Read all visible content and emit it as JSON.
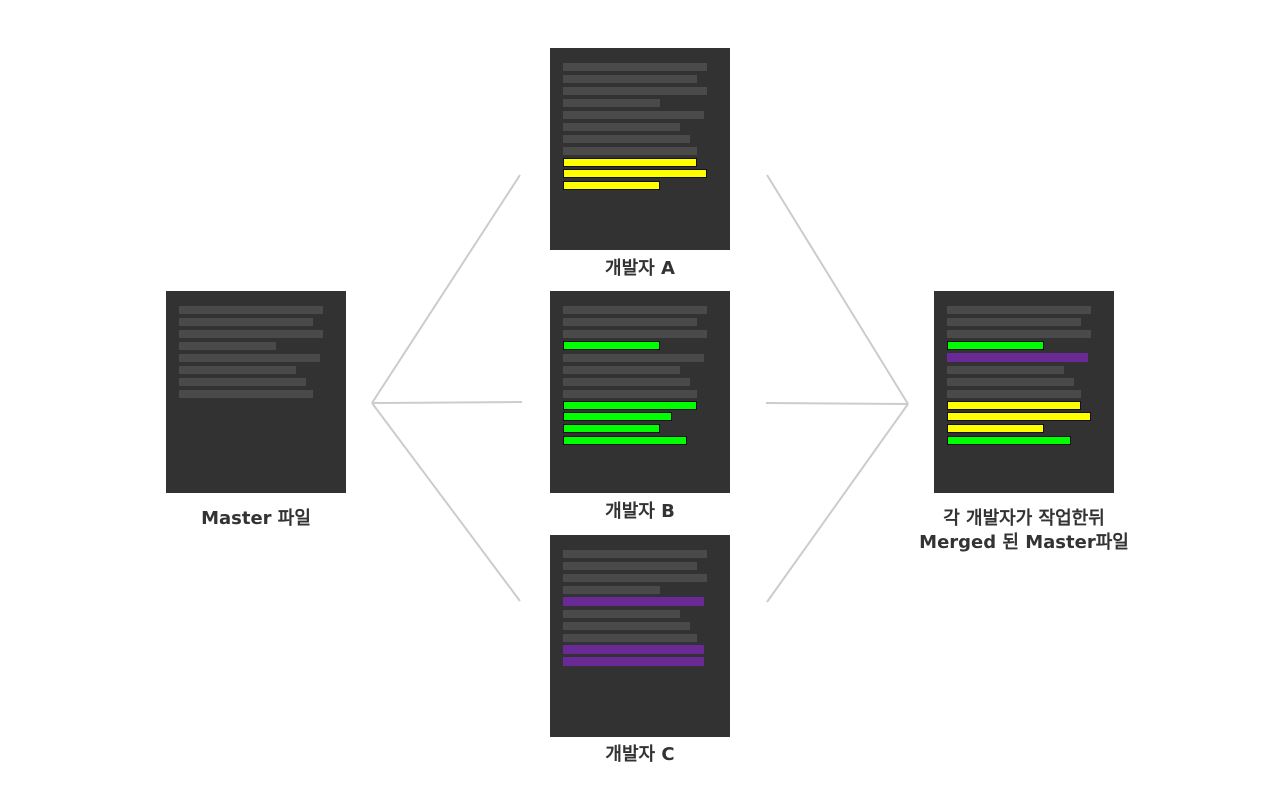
{
  "colors": {
    "background": "#ffffff",
    "document": "#323232",
    "plain_line": "#4a4a4a",
    "dev_a": "#ffff00",
    "dev_b": "#00ff00",
    "dev_c": "#6a2a96",
    "connector": "#cccccc",
    "label_text": "#333333"
  },
  "labels": {
    "master": "Master 파일",
    "dev_a": "개발자 A",
    "dev_b": "개발자 B",
    "dev_c": "개발자 C",
    "merged_line1": "각 개발자가 작업한뒤",
    "merged_line2": "Merged 된 Master파일"
  }
}
